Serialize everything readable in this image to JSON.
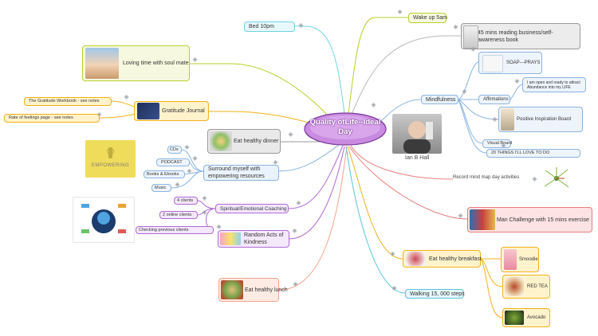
{
  "central": {
    "line1": "Quality of",
    "line2": "Life--Ideal Day"
  },
  "colors": {
    "teal": "#6fd3e6",
    "olive": "#b9cf2a",
    "grey": "#9a9a9a",
    "blue": "#8ab4e0",
    "orange": "#f2b11a",
    "red": "#e87b7b",
    "purple": "#b06ad6",
    "coral": "#f2a48e",
    "cyan": "#58c6dc",
    "central_fill": "#c98be0",
    "central_border": "#7b3a9b"
  },
  "nodes": {
    "bed": "Bed  10pm",
    "wake": "Wake up 5am",
    "reading": "45 mins reading business/self-awareness book",
    "soul_mate": "Loving time with soul mate",
    "gratitude_journal": "Gratitude Journal",
    "gratitude_workbook": "The Gratitude Workbook - see notes",
    "rate_feelings": "Rate of feelings page - see notes",
    "mindfulness": "Mindfulness",
    "soap": "SOAP---PRAYS",
    "affirmations": "Affirmations",
    "affirmation_text": "I am open and ready to attract Abundance into my LIFE",
    "inspiration_board": "Positive Inspiration Board",
    "visual_board": "Visual Board",
    "things_love": "20 THINGS I'LL LOVE TO DO",
    "dinner": "Eat healthy dinner",
    "surround": "Surround myself with empowering resources",
    "cds": "CDs",
    "podcast": "PODCAST",
    "books": "Books & Ebooks",
    "music": "Music",
    "coaching": "Spiritual/Emotional Coaching",
    "clients4": "4 clients",
    "online_clients": "2 online clients",
    "prev_clients": "Checking previous clients",
    "kindness": "Random Acts of Kindness",
    "lunch": "Eat healthy lunch",
    "mind_map": "Record mind map day activities",
    "man_challenge": "Man Challenge with 15 mins exercise",
    "breakfast": "Eat healthy breakfast",
    "smoothie": "Smoodie",
    "red_tea": "RED TEA",
    "avocado": "Avocado",
    "walking": "Walking 15, 000 steps",
    "photo_caption": "Ian B Hall",
    "empower_logo": "EMPOWERING"
  }
}
